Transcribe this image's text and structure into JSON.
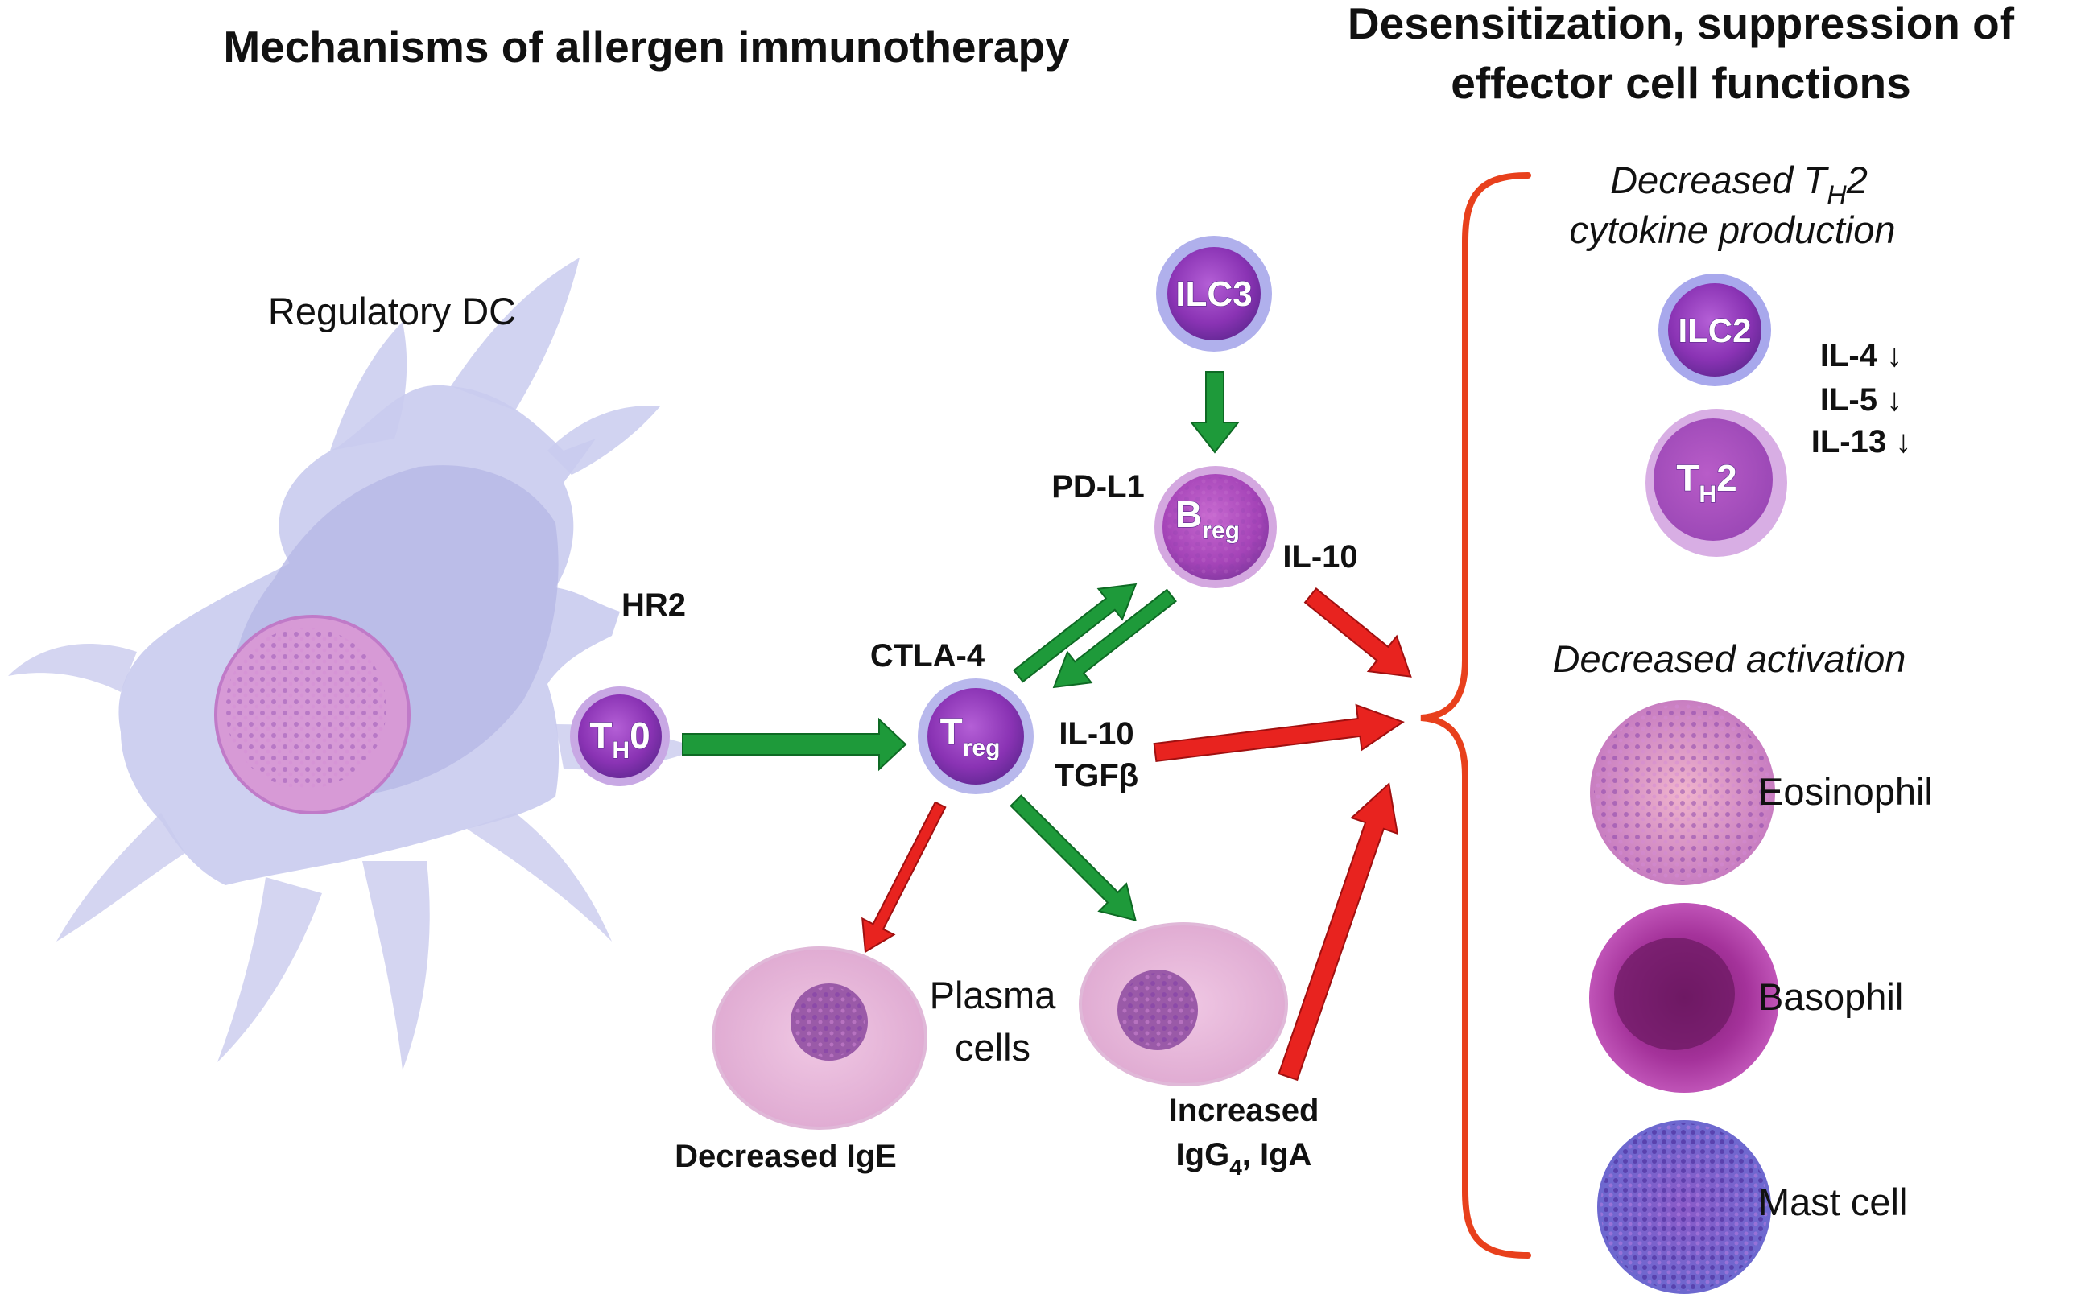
{
  "title_left": "Mechanisms of allergen immunotherapy",
  "title_right": {
    "line1": "Desensitization, suppression of",
    "line2": "effector cell functions"
  },
  "regulatory_dc": "Regulatory DC",
  "hr2": "HR2",
  "th0": {
    "main": "T",
    "sub": "H",
    "suffix": "0"
  },
  "ctla4": "CTLA-4",
  "treg": {
    "main": "T",
    "sub": "reg"
  },
  "ilc3": "ILC3",
  "pdl1": "PD-L1",
  "breg": {
    "main": "B",
    "sub": "reg"
  },
  "il10_breg": "IL-10",
  "il10_treg": "IL-10",
  "tgfb": "TGFβ",
  "plasma_cells": {
    "line1": "Plasma",
    "line2": "cells"
  },
  "decreased_ige": "Decreased IgE",
  "increased": {
    "line1": "Increased",
    "igg": "IgG",
    "igg_sub": "4",
    "iga": ", IgA"
  },
  "decreased_th2": {
    "prefix": "Decreased T",
    "sub": "H",
    "suffix": "2",
    "line2": "cytokine production"
  },
  "ilc2": "ILC2",
  "th2": {
    "main": "T",
    "sub": "H",
    "suffix": "2"
  },
  "cytokines": [
    "IL-4 ↓",
    "IL-5 ↓",
    "IL-13 ↓"
  ],
  "decreased_activation": "Decreased activation",
  "eosinophil": "Eosinophil",
  "basophil": "Basophil",
  "mast_cell": "Mast cell",
  "colors": {
    "green_arrow": "#1e9a3a",
    "red_arrow": "#e8231f",
    "brace": "#e8401c",
    "dc": "#c5c6ec",
    "cell_purple": "#8a3bb8"
  }
}
